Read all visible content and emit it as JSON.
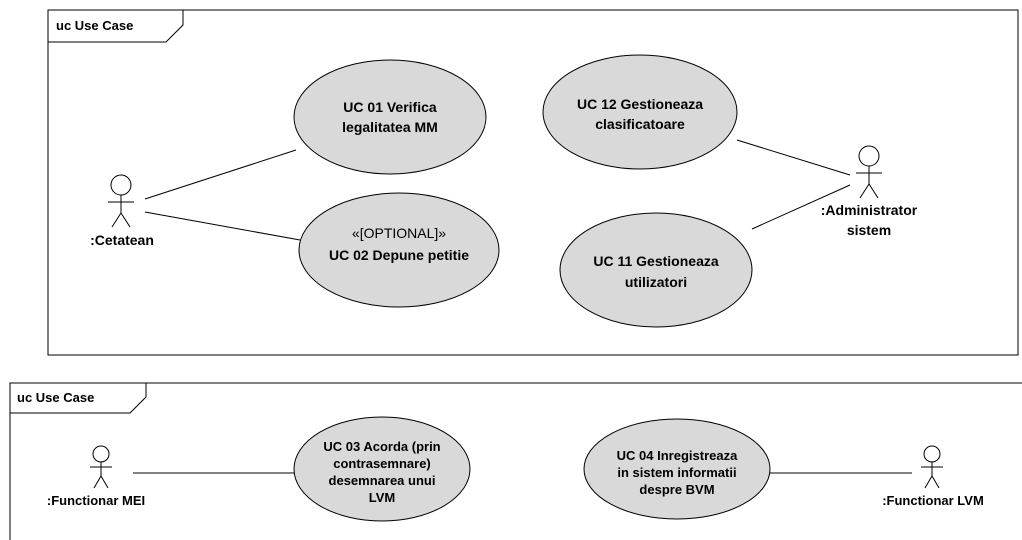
{
  "frames": [
    {
      "title": "uc Use Case"
    },
    {
      "title": "uc Use Case"
    }
  ],
  "actors": {
    "cetatean": ":Cetatean",
    "administrator": [
      ":Administrator",
      "sistem"
    ],
    "functionar_mei": ":Functionar MEI",
    "functionar_lvm": ":Functionar LVM"
  },
  "use_cases": {
    "uc01": [
      "UC 01 Verifica",
      "legalitatea MM"
    ],
    "uc02": {
      "stereotype": "«[OPTIONAL]»",
      "lines": [
        "UC 02 Depune petitie"
      ]
    },
    "uc12": [
      "UC 12 Gestioneaza",
      "clasificatoare"
    ],
    "uc11": [
      "UC 11 Gestioneaza",
      "utilizatori"
    ],
    "uc03": [
      "UC 03 Acorda (prin",
      "contrasemnare)",
      "desemnarea unui",
      "LVM"
    ],
    "uc04": [
      "UC 04 Inregistreaza",
      "in sistem informatii",
      "despre BVM"
    ]
  },
  "colors": {
    "usecase_fill": "#d9d9d9",
    "stroke": "#000000",
    "background": "#ffffff"
  }
}
